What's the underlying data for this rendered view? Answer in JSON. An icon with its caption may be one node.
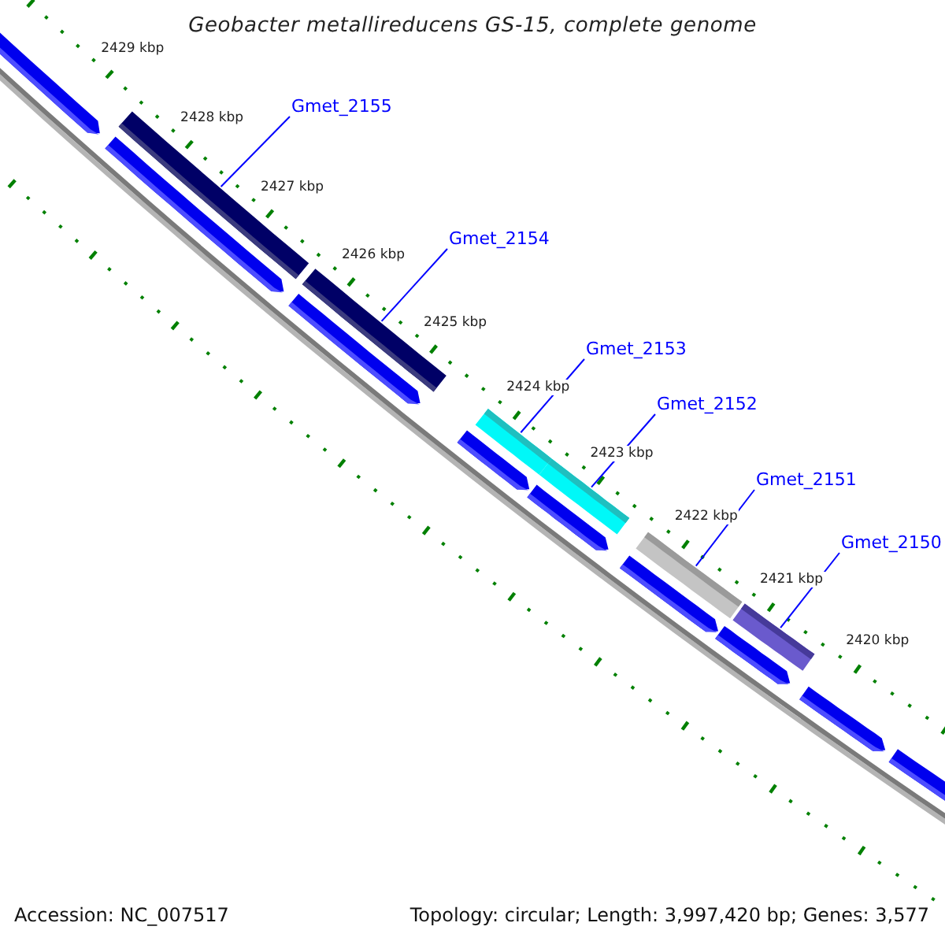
{
  "diagram": {
    "title": "Geobacter metallireducens GS-15, complete genome",
    "nodes": [
      {
        "text": [
          "Gmet_2155"
        ]
      },
      {
        "text": [],
        "shape": "bar"
      },
      {
        "text": [
          "Gmet_2154"
        ]
      },
      {
        "text": [],
        "shape": "bar"
      },
      {
        "text": [
          "Gmet_2153"
        ]
      },
      {
        "text": [],
        "shape": "bar"
      },
      {
        "text": [
          "Gmet_2152"
        ]
      },
      {
        "text": [],
        "shape": "bar"
      },
      {
        "text": [
          "Gmet_2151"
        ]
      },
      {
        "text": [],
        "shape": "bar"
      },
      {
        "text": [
          "Gmet_2150"
        ]
      },
      {
        "text": [],
        "shape": "bar"
      },
      {
        "text": [],
        "shape": "bar"
      },
      {
        "text": [],
        "shape": "bar"
      },
      {
        "text": [],
        "shape": "bar"
      },
      {
        "text": [],
        "shape": "bar"
      },
      {
        "text": [],
        "shape": "bar"
      },
      {
        "text": [],
        "shape": "bar"
      },
      {
        "text": [],
        "shape": "bar"
      },
      {
        "text": [],
        "shape": "bar"
      },
      {
        "text": [],
        "shape": "bar"
      }
    ],
    "edges": [
      {
        "from": 0,
        "to": 1,
        "arrow": "none"
      },
      {
        "from": 2,
        "to": 3,
        "arrow": "none"
      },
      {
        "from": 4,
        "to": 5,
        "arrow": "none"
      },
      {
        "from": 6,
        "to": 7,
        "arrow": "none"
      },
      {
        "from": 8,
        "to": 9,
        "arrow": "none"
      },
      {
        "from": 10,
        "to": 11,
        "arrow": "none"
      }
    ],
    "labels": [
      "2429 kbp",
      "2428 kbp",
      "2427 kbp",
      "2426 kbp",
      "2425 kbp",
      "2424 kbp",
      "2423 kbp",
      "2422 kbp",
      "2421 kbp",
      "2420 kbp",
      "Accession: NC_007517",
      "Topology: circular; Length: 3,997,420 bp; Genes: 3,577"
    ]
  }
}
